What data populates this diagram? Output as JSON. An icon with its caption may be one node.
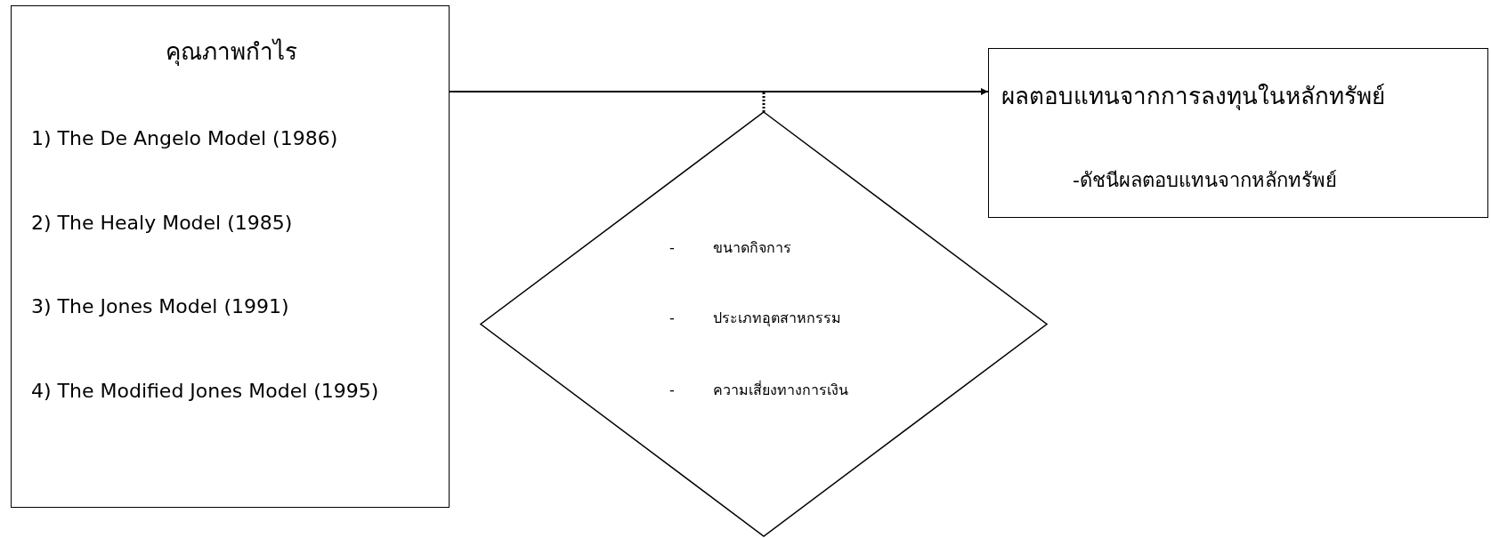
{
  "diagram": {
    "nodes": [
      {
        "text": [
          "คุณภาพกำไร",
          "1) The De Angelo Model (1986)",
          "2) The Healy Model (1985)",
          "3) The Jones Model (1991)",
          "4) The Modified Jones Model (1995)"
        ]
      },
      {
        "text": [
          "- ขนาดกิจการ",
          "- ประเภทอุตสาหกรรม",
          "- ความเสี่ยงทางการเงิน"
        ]
      },
      {
        "text": [
          "ผลตอบแทนจากการลงทุนในหลักทรัพย์",
          "-ดัชนีผลตอบแทนจากหลักทรัพย์"
        ]
      }
    ],
    "edges": [
      {
        "from": 0,
        "to": 2,
        "arrow": "to"
      },
      {
        "from": 1,
        "to": null,
        "arrow": "none",
        "style": "dashed"
      }
    ]
  }
}
